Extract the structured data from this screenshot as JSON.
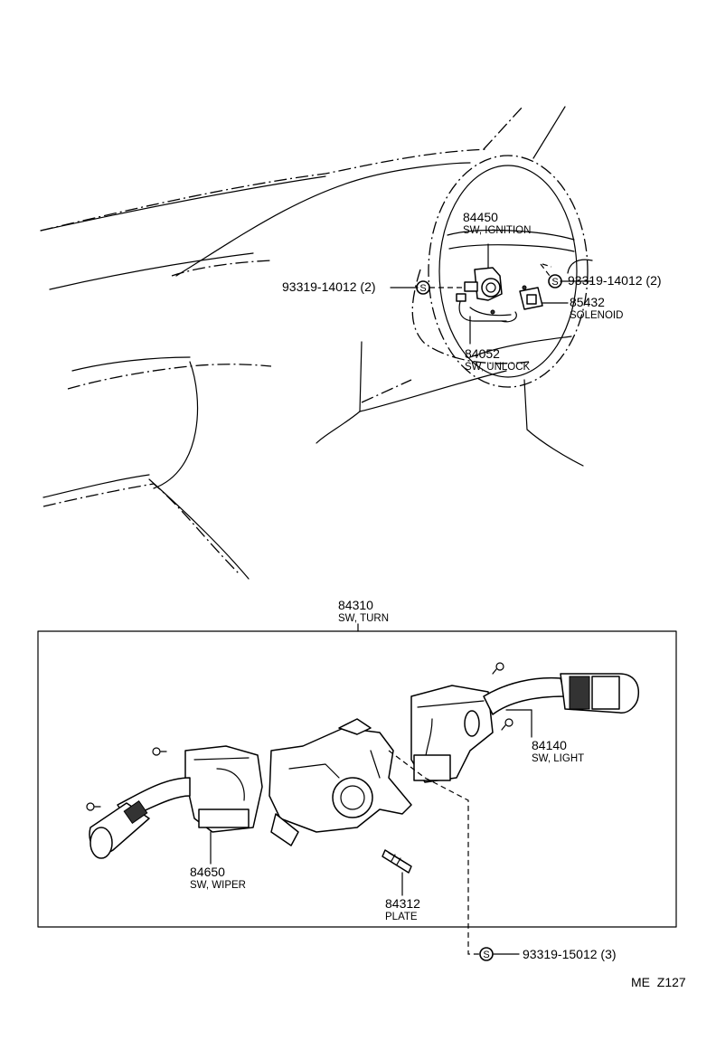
{
  "diagram_id": "ME  Z127",
  "parts": [
    {
      "key": "ignition",
      "number": "84450",
      "name": "SW, IGNITION"
    },
    {
      "key": "screw_left",
      "number": "93319-14012 (2)",
      "name": ""
    },
    {
      "key": "screw_right",
      "number": "93319-14012 (2)",
      "name": ""
    },
    {
      "key": "solenoid",
      "number": "85432",
      "name": "SOLENOID"
    },
    {
      "key": "unlock",
      "number": "84052",
      "name": "SW, UNLOCK"
    },
    {
      "key": "turn",
      "number": "84310",
      "name": "SW, TURN"
    },
    {
      "key": "light",
      "number": "84140",
      "name": "SW, LIGHT"
    },
    {
      "key": "wiper",
      "number": "84650",
      "name": "SW, WIPER"
    },
    {
      "key": "plate",
      "number": "84312",
      "name": "PLATE"
    },
    {
      "key": "screw_bottom",
      "number": "93319-15012 (3)",
      "name": ""
    }
  ],
  "s_marker": "S"
}
